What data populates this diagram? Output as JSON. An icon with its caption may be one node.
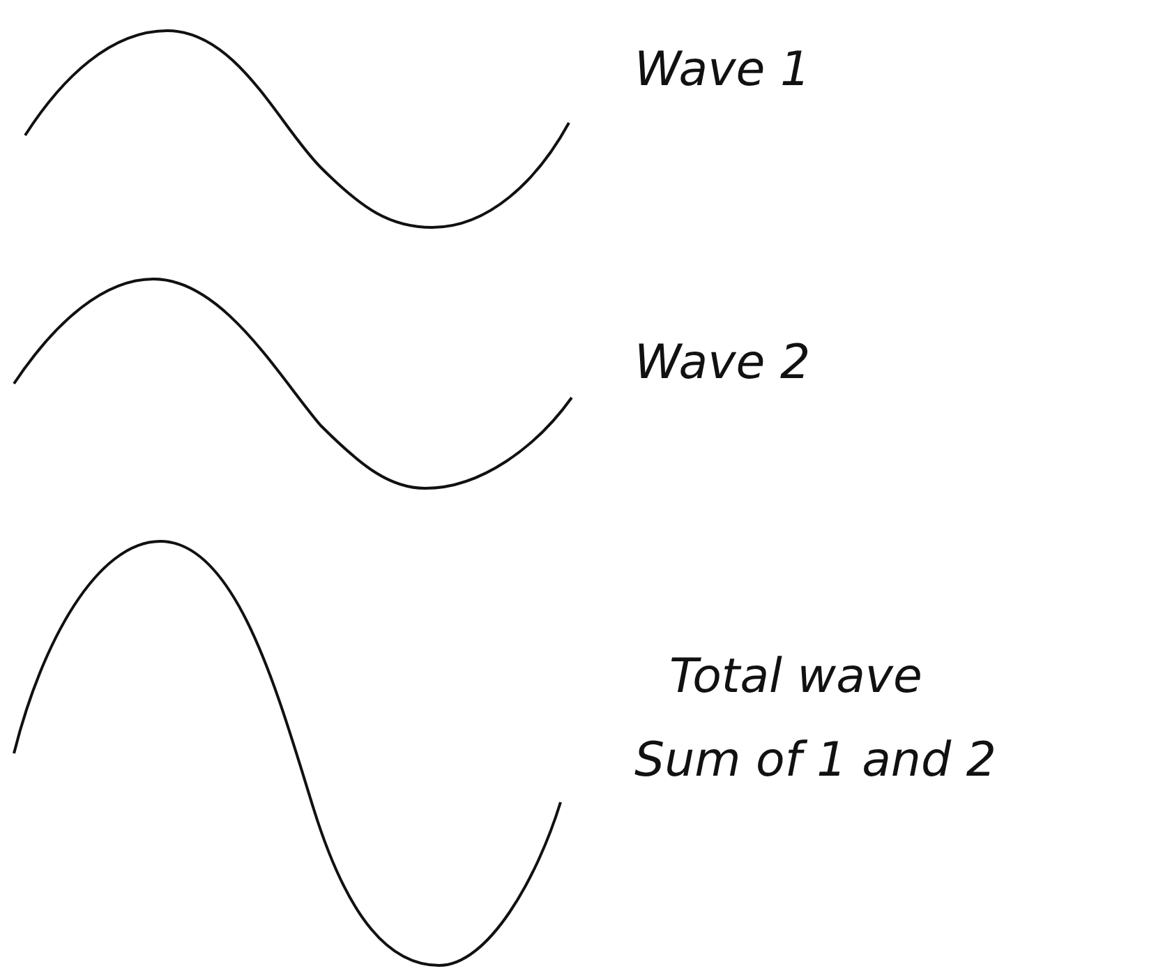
{
  "diagram": {
    "labels": [
      "Wave 1",
      "Wave 2",
      "Total wave",
      "Sum of 1 and 2"
    ]
  }
}
